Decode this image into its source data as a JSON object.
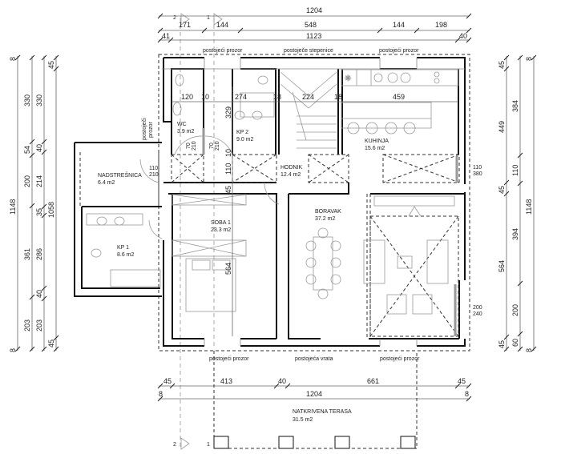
{
  "top_dims": {
    "total": "1204",
    "row2": [
      "171",
      "144",
      "548",
      "144",
      "198"
    ],
    "row3": [
      "41",
      "1123",
      "40"
    ]
  },
  "top_notes": [
    "postojeći prozor",
    "postoječe stepenice",
    "postojeći prozor"
  ],
  "section_marks": [
    "2",
    "1"
  ],
  "left_dims": {
    "total": "1148",
    "col1": [
      "330",
      "54",
      "200",
      "361",
      "203"
    ],
    "col2": [
      "330",
      "40",
      "214",
      "35",
      "286",
      "40",
      "203"
    ],
    "col3": [
      "45",
      "1058",
      "45"
    ],
    "end": "8"
  },
  "right_dims": {
    "col1": [
      "45",
      "449",
      "45",
      "564",
      "45"
    ],
    "col2": [
      "384",
      "110",
      "394",
      "200",
      "60"
    ],
    "total": "1148",
    "end": "8"
  },
  "inner_dims": {
    "h": [
      "120",
      "10",
      "274",
      "18",
      "224",
      "18",
      "459"
    ],
    "v": [
      "329",
      "10",
      "110",
      "45",
      "564"
    ]
  },
  "openings": {
    "wc_door": [
      "70",
      "210"
    ],
    "kp2_door": [
      "70",
      "210"
    ],
    "entry": [
      "110",
      "210"
    ],
    "kitchen": [
      "110",
      "380"
    ],
    "living": [
      "200",
      "240"
    ],
    "side_window": [
      "postoječi",
      "prozor"
    ]
  },
  "rooms": [
    {
      "name": "WC",
      "area": "3.9 m2"
    },
    {
      "name": "KP 2",
      "area": "9.0 m2"
    },
    {
      "name": "KUHINJA",
      "area": "15.6 m2"
    },
    {
      "name": "HODNIK",
      "area": "12.4 m2"
    },
    {
      "name": "NADSTREŠNICA",
      "area": "6.4 m2"
    },
    {
      "name": "SOBA 1",
      "area": "23.3 m2"
    },
    {
      "name": "KP 1",
      "area": "8.6 m2"
    },
    {
      "name": "BORAVAK",
      "area": "37.2 m2"
    },
    {
      "name": "NATKRIVENA TERASA",
      "area": "31.5 m2"
    }
  ],
  "bottom_notes": [
    "postojeći prozor",
    "postojeća vrata",
    "postojeći prozor"
  ],
  "bottom_dims": {
    "row1": [
      "45",
      "413",
      "40",
      "661",
      "45"
    ],
    "row2": [
      "8",
      "1204",
      "8"
    ]
  }
}
